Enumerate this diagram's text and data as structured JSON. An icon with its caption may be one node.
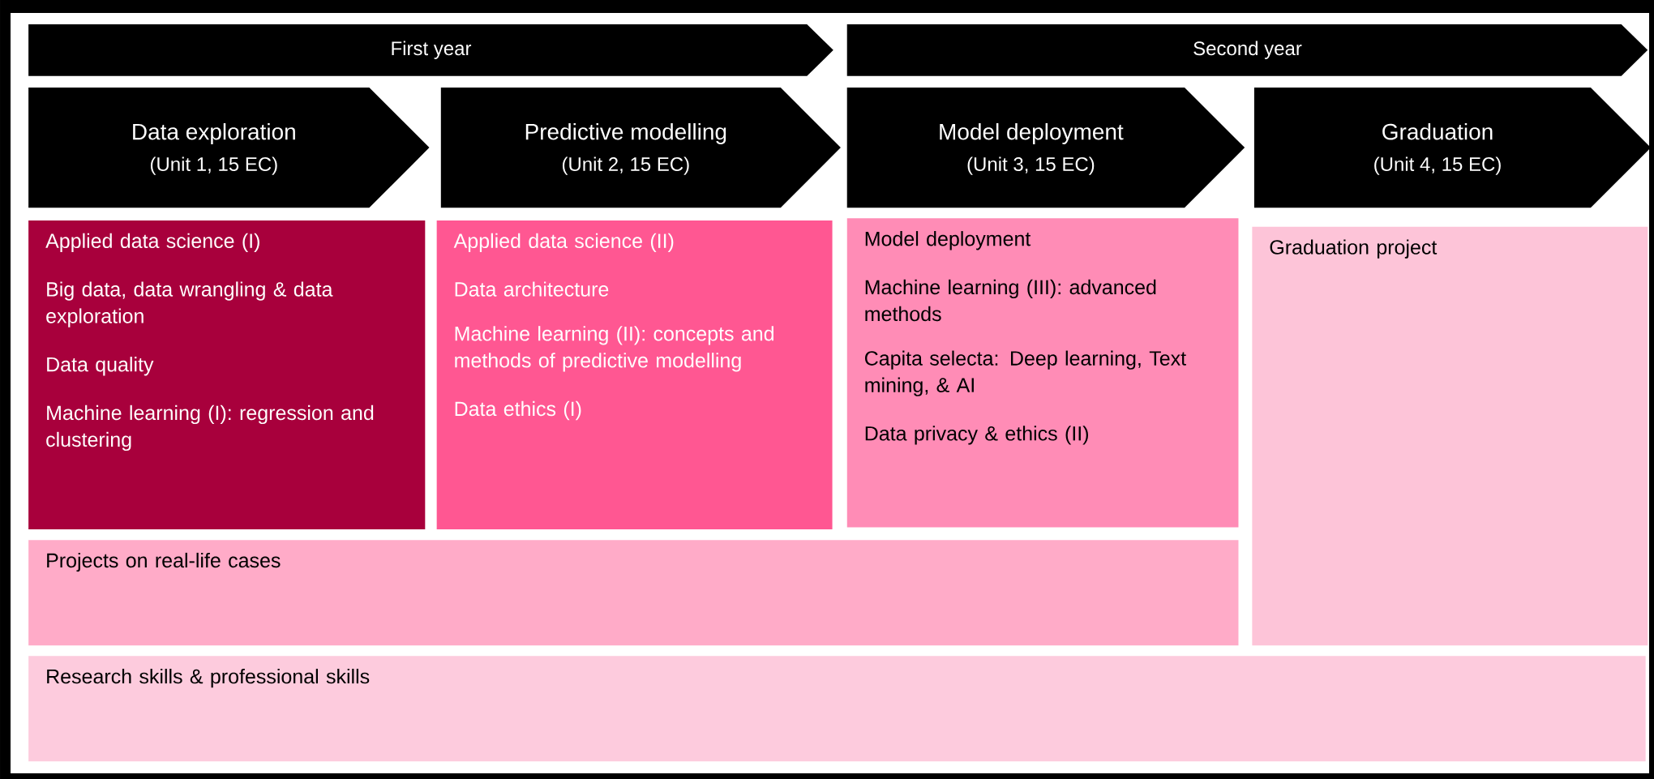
{
  "diagram": {
    "nodes": [
      {
        "text": [
          "First year"
        ]
      },
      {
        "text": [
          "Second year"
        ]
      },
      {
        "text": [
          "Data exploration",
          "(Unit 1, 15 EC)"
        ]
      },
      {
        "text": [
          "Predictive modelling",
          "(Unit 2, 15 EC)"
        ]
      },
      {
        "text": [
          "Model deployment",
          "(Unit 3, 15 EC)"
        ]
      },
      {
        "text": [
          "Graduation",
          "(Unit 4, 15 EC)"
        ]
      },
      {
        "text": [
          "Applied data science (I)",
          "Big data, data wrangling & data exploration",
          "Data quality",
          "Machine learning (I): regression and clustering"
        ]
      },
      {
        "text": [
          "Applied data science (II)",
          "Data architecture",
          "Machine learning (II): concepts and methods of predictive modelling",
          "Data ethics (I)"
        ]
      },
      {
        "text": [
          "Model deployment",
          "Machine learning (III): advanced methods",
          "Capita selecta: Deep learning, Text mining, & AI",
          "Data privacy & ethics (II)"
        ]
      },
      {
        "text": [
          "Graduation project"
        ]
      },
      {
        "text": [
          "Projects on real-life cases"
        ]
      },
      {
        "text": [
          "Research skills & professional skills"
        ]
      }
    ]
  }
}
